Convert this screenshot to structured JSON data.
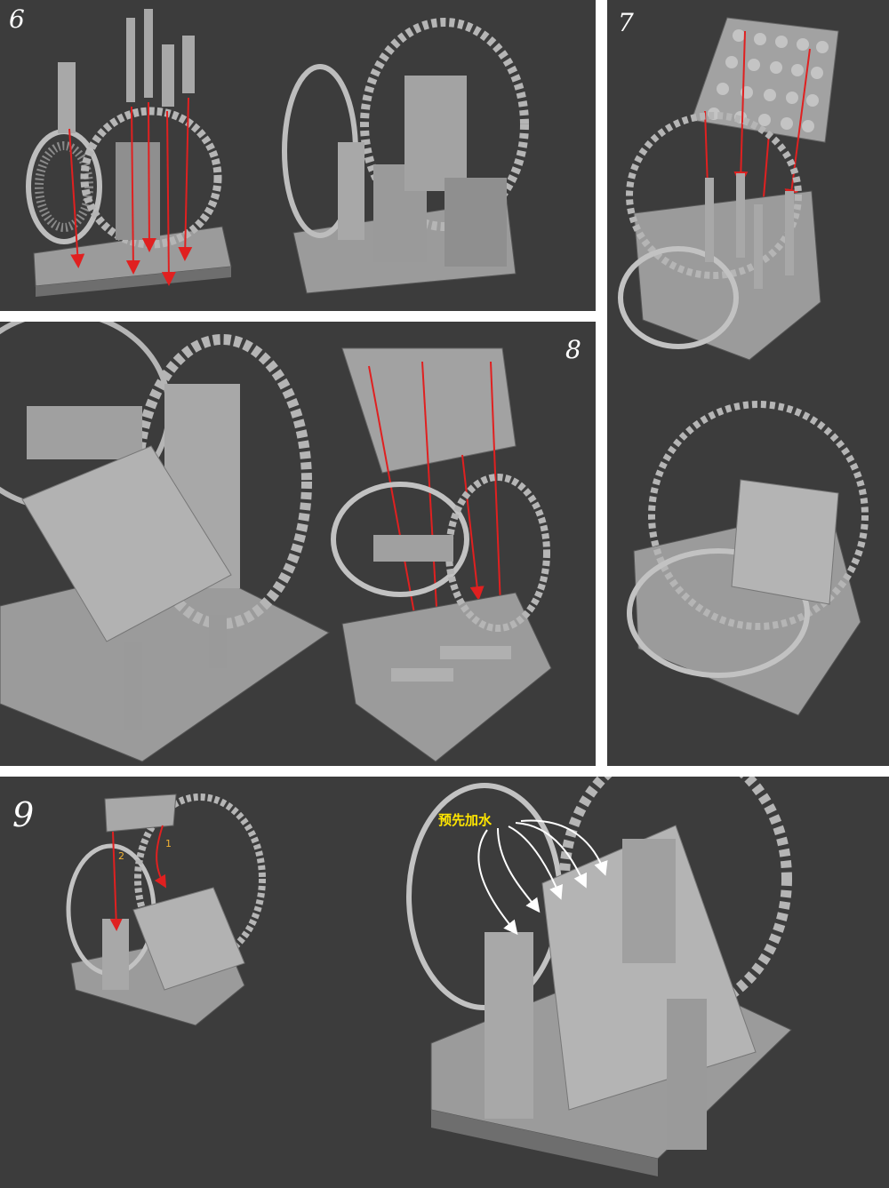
{
  "panels": [
    {
      "id": "step-6",
      "step": "6"
    },
    {
      "id": "step-7",
      "step": "7"
    },
    {
      "id": "step-8",
      "step": "8"
    },
    {
      "id": "step-9",
      "step": "9"
    }
  ],
  "step9": {
    "annotation": "预先加水",
    "order_labels": [
      "1",
      "2"
    ]
  },
  "colors": {
    "background": "#3c3c3c",
    "separator": "#ffffff",
    "model": "#9b9b9b",
    "model_shadow": "#6e6e6e",
    "arrow_red": "#e02020",
    "arrow_white": "#ffffff",
    "annotation_yellow": "#ffe600"
  }
}
